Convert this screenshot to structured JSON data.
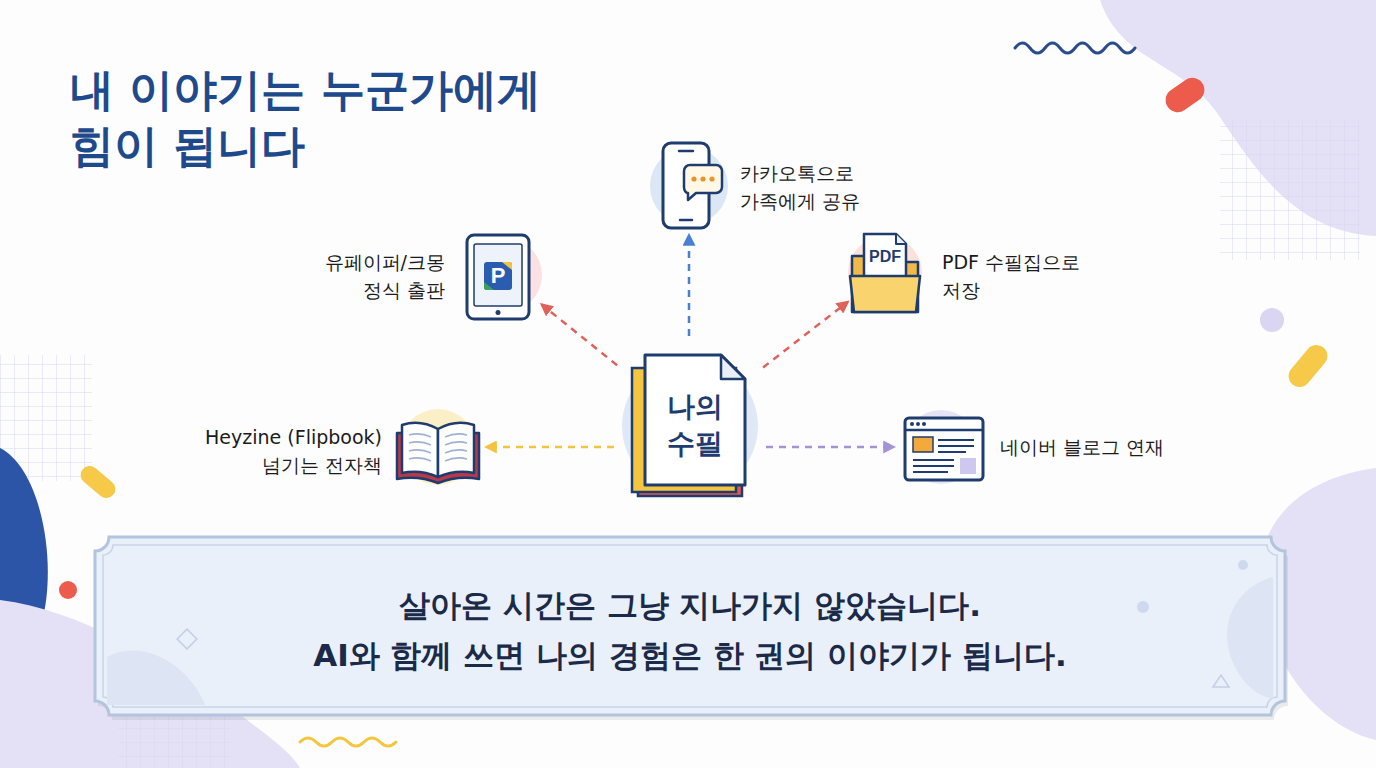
{
  "diagram": {
    "title": "내 이야기는 누군가에게 힘이 됩니다",
    "nodes": [
      {
        "text": [
          "카카오톡으로 가족에게 공유"
        ]
      },
      {
        "text": [
          "유페이퍼/크몽 정식 출판"
        ]
      },
      {
        "text": [
          "PDF 수필집으로 저장"
        ]
      },
      {
        "text": [
          "Heyzine (Flipbook) 넘기는 전자책"
        ]
      },
      {
        "text": [
          "나의 수필"
        ]
      },
      {
        "text": [
          "네이버 블로그 연재"
        ]
      },
      {
        "text": [
          "살아온 시간은 그냥 지나가지 않았습니다. AI와 함께 쓰면 나의 경험은 한 권의 이야기가 됩니다."
        ]
      }
    ],
    "edges": [
      {
        "from": 4,
        "to": 0,
        "arrow": "to"
      },
      {
        "from": 4,
        "to": 1,
        "arrow": "to"
      },
      {
        "from": 4,
        "to": 2,
        "arrow": "to"
      },
      {
        "from": 4,
        "to": 3,
        "arrow": "to"
      },
      {
        "from": 4,
        "to": 5,
        "arrow": "to"
      }
    ],
    "labels": [
      "P",
      "PDF"
    ]
  }
}
